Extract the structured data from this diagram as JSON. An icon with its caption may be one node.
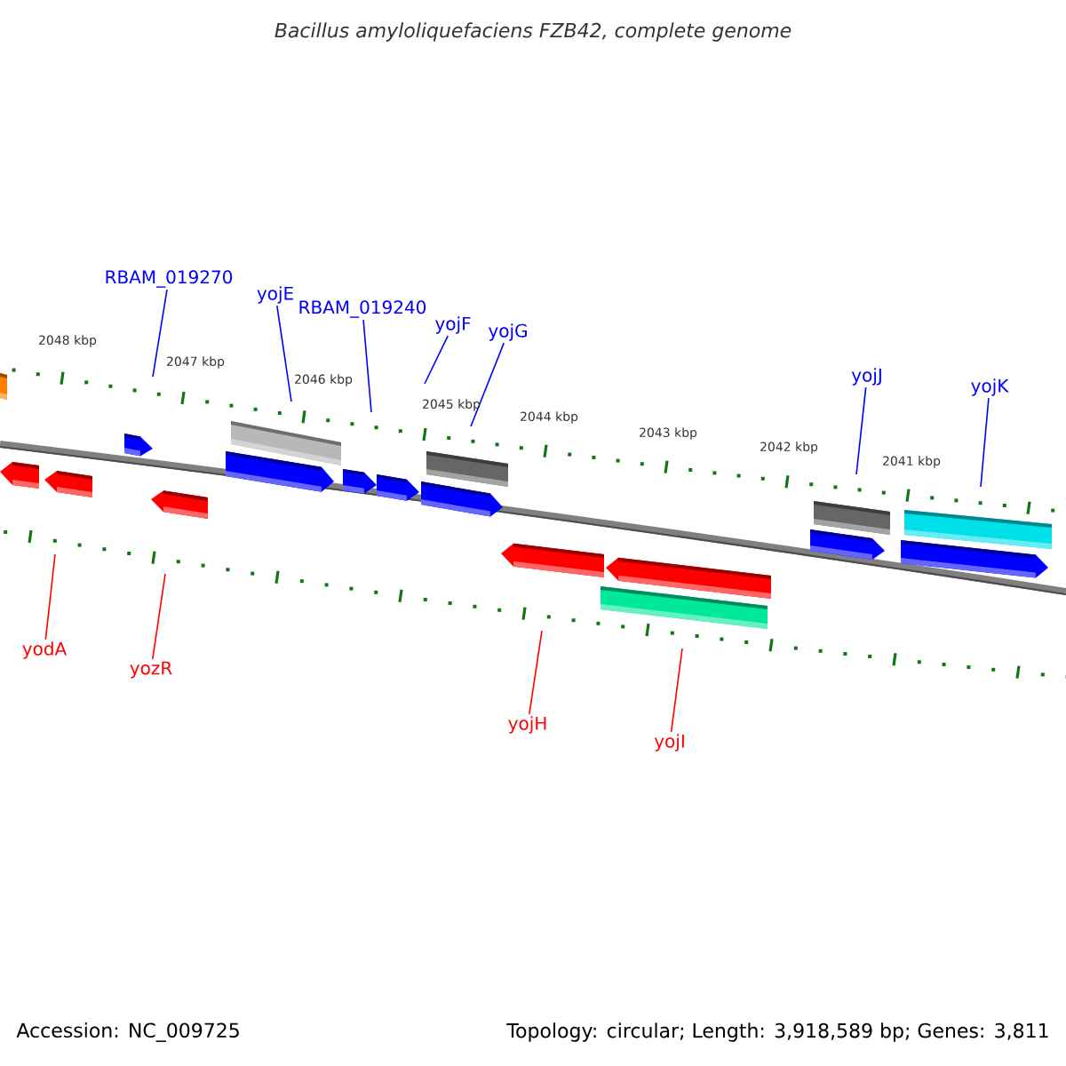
{
  "diagram": {
    "title": "Bacillus amyloliquefaciens FZB42, complete genome",
    "nodes": [
      {
        "text": [
          "RBAM_019270"
        ]
      },
      {
        "text": [
          "yojE"
        ]
      },
      {
        "text": [
          "RBAM_019240"
        ]
      },
      {
        "text": [
          "yojF"
        ]
      },
      {
        "text": [
          "yojG"
        ]
      },
      {
        "text": [
          "yojJ"
        ]
      },
      {
        "text": [
          "yojK"
        ]
      },
      {
        "text": [
          "yodA"
        ]
      },
      {
        "text": [
          "yozR"
        ]
      },
      {
        "text": [
          "yojH"
        ]
      },
      {
        "text": [
          "yojI"
        ]
      }
    ],
    "edges": [
      {
        "from": 0,
        "to": null,
        "arrow": "none"
      },
      {
        "from": 1,
        "to": null,
        "arrow": "none"
      },
      {
        "from": 2,
        "to": null,
        "arrow": "none"
      },
      {
        "from": 3,
        "to": null,
        "arrow": "none"
      },
      {
        "from": 4,
        "to": null,
        "arrow": "none"
      },
      {
        "from": 5,
        "to": null,
        "arrow": "none"
      },
      {
        "from": 6,
        "to": null,
        "arrow": "none"
      },
      {
        "from": 7,
        "to": null,
        "arrow": "none",
        "color": "#ff0000"
      },
      {
        "from": 8,
        "to": null,
        "arrow": "none",
        "color": "#ff0000"
      },
      {
        "from": 9,
        "to": null,
        "arrow": "none",
        "color": "#ff0000"
      },
      {
        "from": 10,
        "to": null,
        "arrow": "none",
        "color": "#ff0000"
      }
    ],
    "labels": [
      "2048 kbp",
      "2047 kbp",
      "2046 kbp",
      "2045 kbp",
      "2044 kbp",
      "2043 kbp",
      "2042 kbp",
      "2041 kbp",
      "Accession: NC_009725",
      "Topology: circular; Length: 3,918,589 bp; Genes: 3,811"
    ]
  }
}
